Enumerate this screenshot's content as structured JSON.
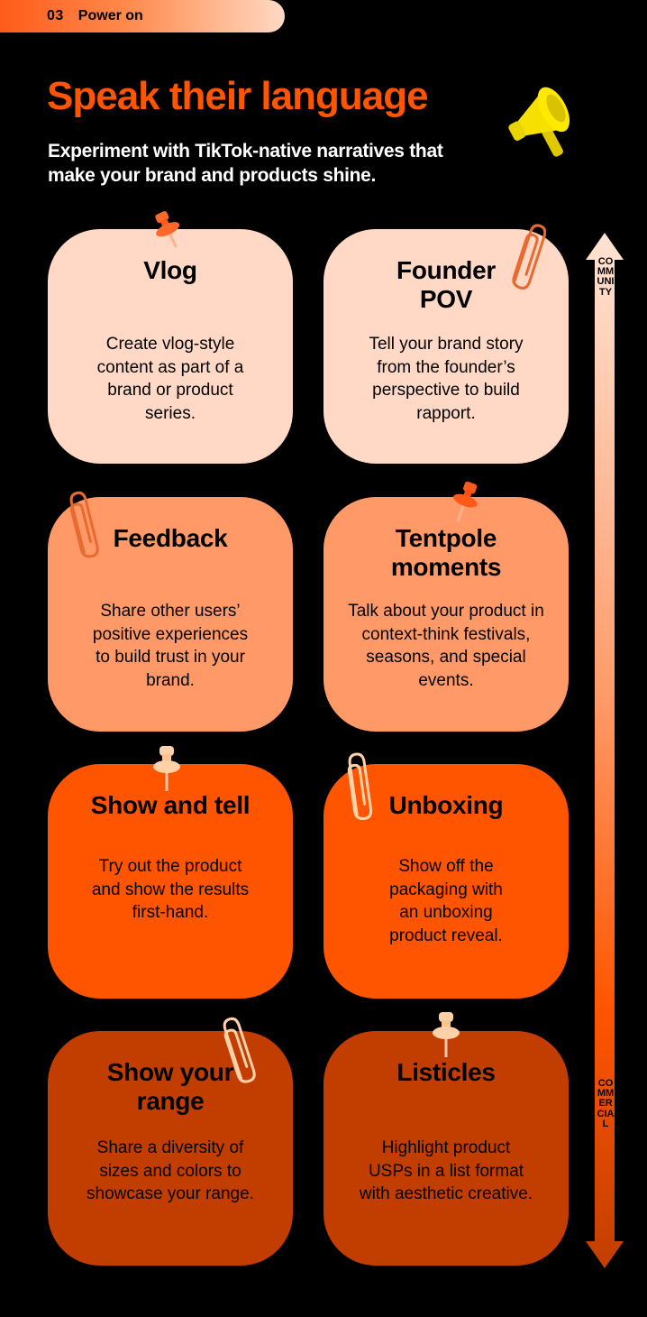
{
  "header": {
    "section_number": "03",
    "section_label": "Power on"
  },
  "title": "Speak their language",
  "subtitle": "Experiment with TikTok-native narratives that make your brand and products shine.",
  "cards": [
    {
      "title": "Vlog",
      "body": "Create vlog-style content as part of a brand or product series."
    },
    {
      "title": "Founder POV",
      "body": "Tell your brand story from the founder’s perspective to build rapport."
    },
    {
      "title": "Feedback",
      "body": "Share other users’ positive experiences to build trust in your brand."
    },
    {
      "title": "Tentpole moments",
      "body": "Talk about your product in context-think festivals, seasons, and special events."
    },
    {
      "title": "Show and tell",
      "body": "Try out the product and show the results first-hand."
    },
    {
      "title": "Unboxing",
      "body": "Show off the packaging with an unboxing product reveal."
    },
    {
      "title": "Show your range",
      "body": "Share a diversity of sizes and colors to showcase your range."
    },
    {
      "title": "Listicles",
      "body": "Highlight product USPs in a list format with aesthetic creative."
    }
  ],
  "scale": {
    "top_label": "COMMUNITY",
    "bottom_label": "COMMERCIAL"
  },
  "colors": {
    "accent": "#ff5500",
    "pale": "#ffd9c5",
    "light": "#ff9a68",
    "dark": "#c23e00",
    "background": "#000000"
  },
  "icons": [
    "megaphone-icon",
    "pushpin-icon",
    "paperclip-icon",
    "scale-arrow-icon"
  ]
}
